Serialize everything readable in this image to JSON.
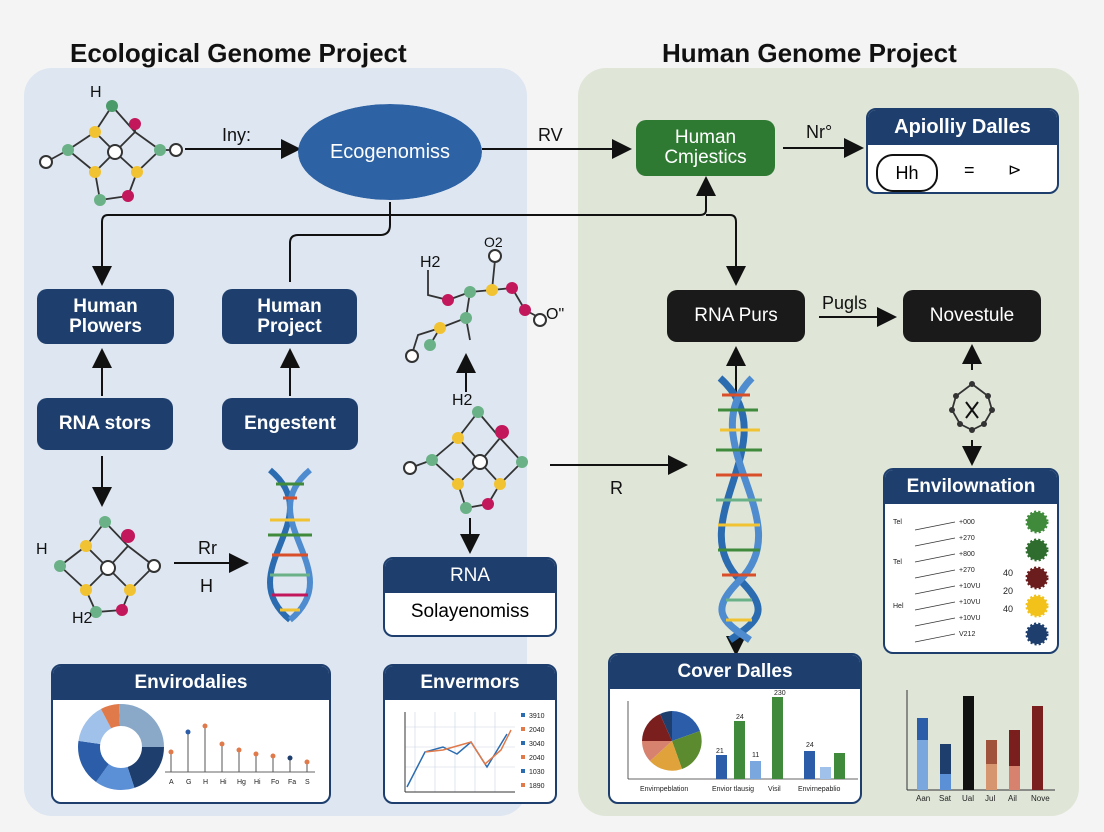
{
  "titles": {
    "left": "Ecological Genome Project",
    "right": "Human Genome Project"
  },
  "boxes": {
    "ecogenomics": "Ecogenomiss",
    "human_cmjestics": "Human\nCmjestics",
    "human_plowers": "Human\nPlowers",
    "human_project": "Human\nProject",
    "rna_stors": "RNA stors",
    "engestent": "Engestent",
    "rna_purs": "RNA Purs",
    "novestule": "Novestule"
  },
  "cards": {
    "apiolliy": {
      "title": "Apiolliy Dalles",
      "badge": "Hh",
      "equals": "="
    },
    "rna": {
      "title": "RNA",
      "body": "Solayenomiss"
    },
    "envirodalies": {
      "title": "Envirodalies",
      "ticks": [
        "A",
        "G",
        "H",
        "Hi",
        "Hg",
        "Hi",
        "Fo",
        "Fa",
        "S"
      ]
    },
    "envermors": {
      "title": "Envermors",
      "legend": [
        "3910",
        "2040",
        "3040",
        "2040",
        "1030",
        "1890"
      ]
    },
    "cover_dalles": {
      "title": "Cover Dalles",
      "labels": [
        "Envirnpeblation",
        "Envior tlausig",
        "Visil",
        "Envirnepablio"
      ],
      "bar_tops": [
        "21",
        "24",
        "11",
        "230",
        "24"
      ]
    },
    "envilownation": {
      "title": "Envilownation",
      "left": [
        "Tel",
        "Tel",
        "Hel"
      ],
      "values": [
        "+000",
        "+270",
        "+800",
        "+270",
        "+10VU",
        "+10VU",
        "+10VU",
        "V212"
      ],
      "right_nums": [
        "40",
        "20",
        "40"
      ],
      "colors": [
        "#3f8b3b",
        "#2f6d2f",
        "#6b1d1d",
        "#f2c21b",
        "#1e3f6e"
      ]
    }
  },
  "arrow_labels": {
    "iny": "Iny:",
    "rv": "RV",
    "nr": "Nr°",
    "pugls": "Pugls",
    "r": "R",
    "rr": "Rr",
    "h": "H"
  },
  "molecule_labels": {
    "h_top": "H",
    "h2_mid": "H2",
    "o2": "O2",
    "o_prime": "O\"",
    "h2_center": "H2",
    "h_lower": "H",
    "h2_lower": "H2"
  },
  "bottom_chart": {
    "categories": [
      "Aan",
      "Sat",
      "Ual",
      "Jul",
      "Ail",
      "Nove"
    ]
  }
}
